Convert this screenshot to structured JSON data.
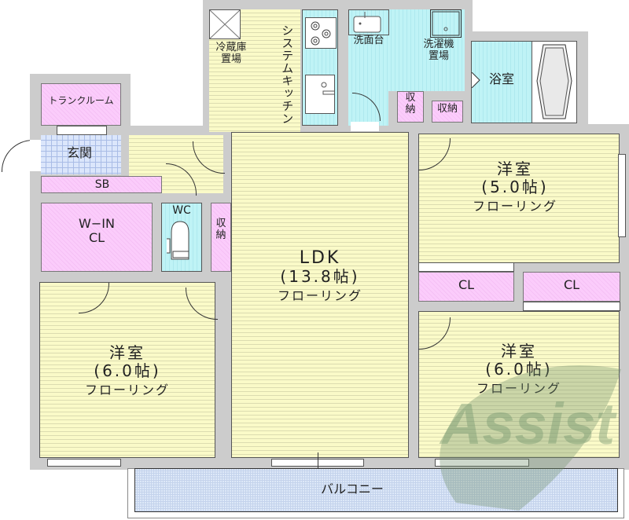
{
  "floorplan": {
    "rooms": {
      "fridge_space": {
        "line1": "冷蔵庫",
        "line2": "置場"
      },
      "system_kitchen": {
        "label": "システムキッチン"
      },
      "washbasin": {
        "label": "洗面台"
      },
      "washer_space": {
        "line1": "洗濯機",
        "line2": "置場"
      },
      "bathroom": {
        "label": "浴室"
      },
      "storage_top_1": {
        "line1": "収",
        "line2": "納"
      },
      "storage_top_2": {
        "label": "収納"
      },
      "trunk_room": {
        "label": "トランクルーム"
      },
      "entrance": {
        "label": "玄関"
      },
      "shoe_box": {
        "label": "SB"
      },
      "walk_in_closet": {
        "line1": "W−IN",
        "line2": "CL"
      },
      "toilet": {
        "label": "WC"
      },
      "storage_hall": {
        "line1": "収",
        "line2": "納"
      },
      "western_room_ne": {
        "name": "洋室",
        "size": "(5.0帖)",
        "floor": "フローリング"
      },
      "closet_1": {
        "label": "CL"
      },
      "closet_2": {
        "label": "CL"
      },
      "ldk": {
        "name": "LDK",
        "size": "(13.8帖)",
        "floor": "フローリング"
      },
      "western_room_sw": {
        "name": "洋室",
        "size": "(6.0帖)",
        "floor": "フローリング"
      },
      "western_room_se": {
        "name": "洋室",
        "size": "(6.0帖)",
        "floor": "フローリング"
      },
      "balcony": {
        "label": "バルコニー"
      }
    },
    "watermark": {
      "text": "Assist"
    },
    "colors": {
      "wall": "#cccccc",
      "flooring": "#fafac8",
      "wet_area": "#bff3f6",
      "storage": "#fbccfb",
      "entrance_tile": "#dbe6fb",
      "balcony": "#dde8f8",
      "watermark": "#6f8f6a"
    }
  }
}
